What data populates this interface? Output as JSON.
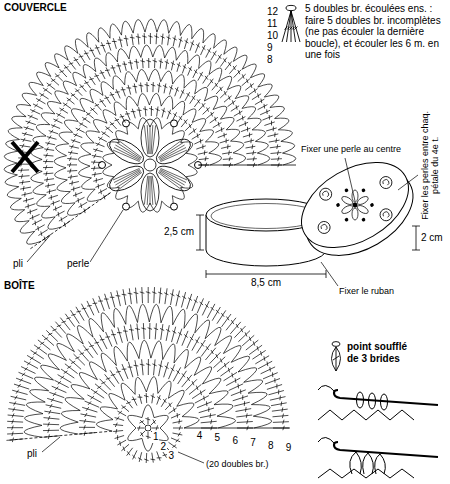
{
  "diagram": {
    "labels": [
      "COUVERCLE",
      "12",
      "11",
      "10",
      "9",
      "8",
      "pli",
      "perle",
      "Fixer une perle au centre",
      "Fixer les perles entre chaq. pétale du 4e t.",
      "2,5 cm",
      "8,5 cm",
      "2 cm",
      "Fixer le ruban",
      "BOÎTE",
      "1",
      "2",
      "3",
      "4",
      "5",
      "6",
      "7",
      "8",
      "9",
      "pli",
      "(20 doubles br.)"
    ],
    "legend": [
      {
        "text": "5 doubles br. écoulées ens. : faire 5 doubles br. incomplètes (ne pas écouler la dernière boucle), et écouler les 6 m. en une fois"
      },
      {
        "text": "point soufflé de 3 brides"
      }
    ]
  }
}
